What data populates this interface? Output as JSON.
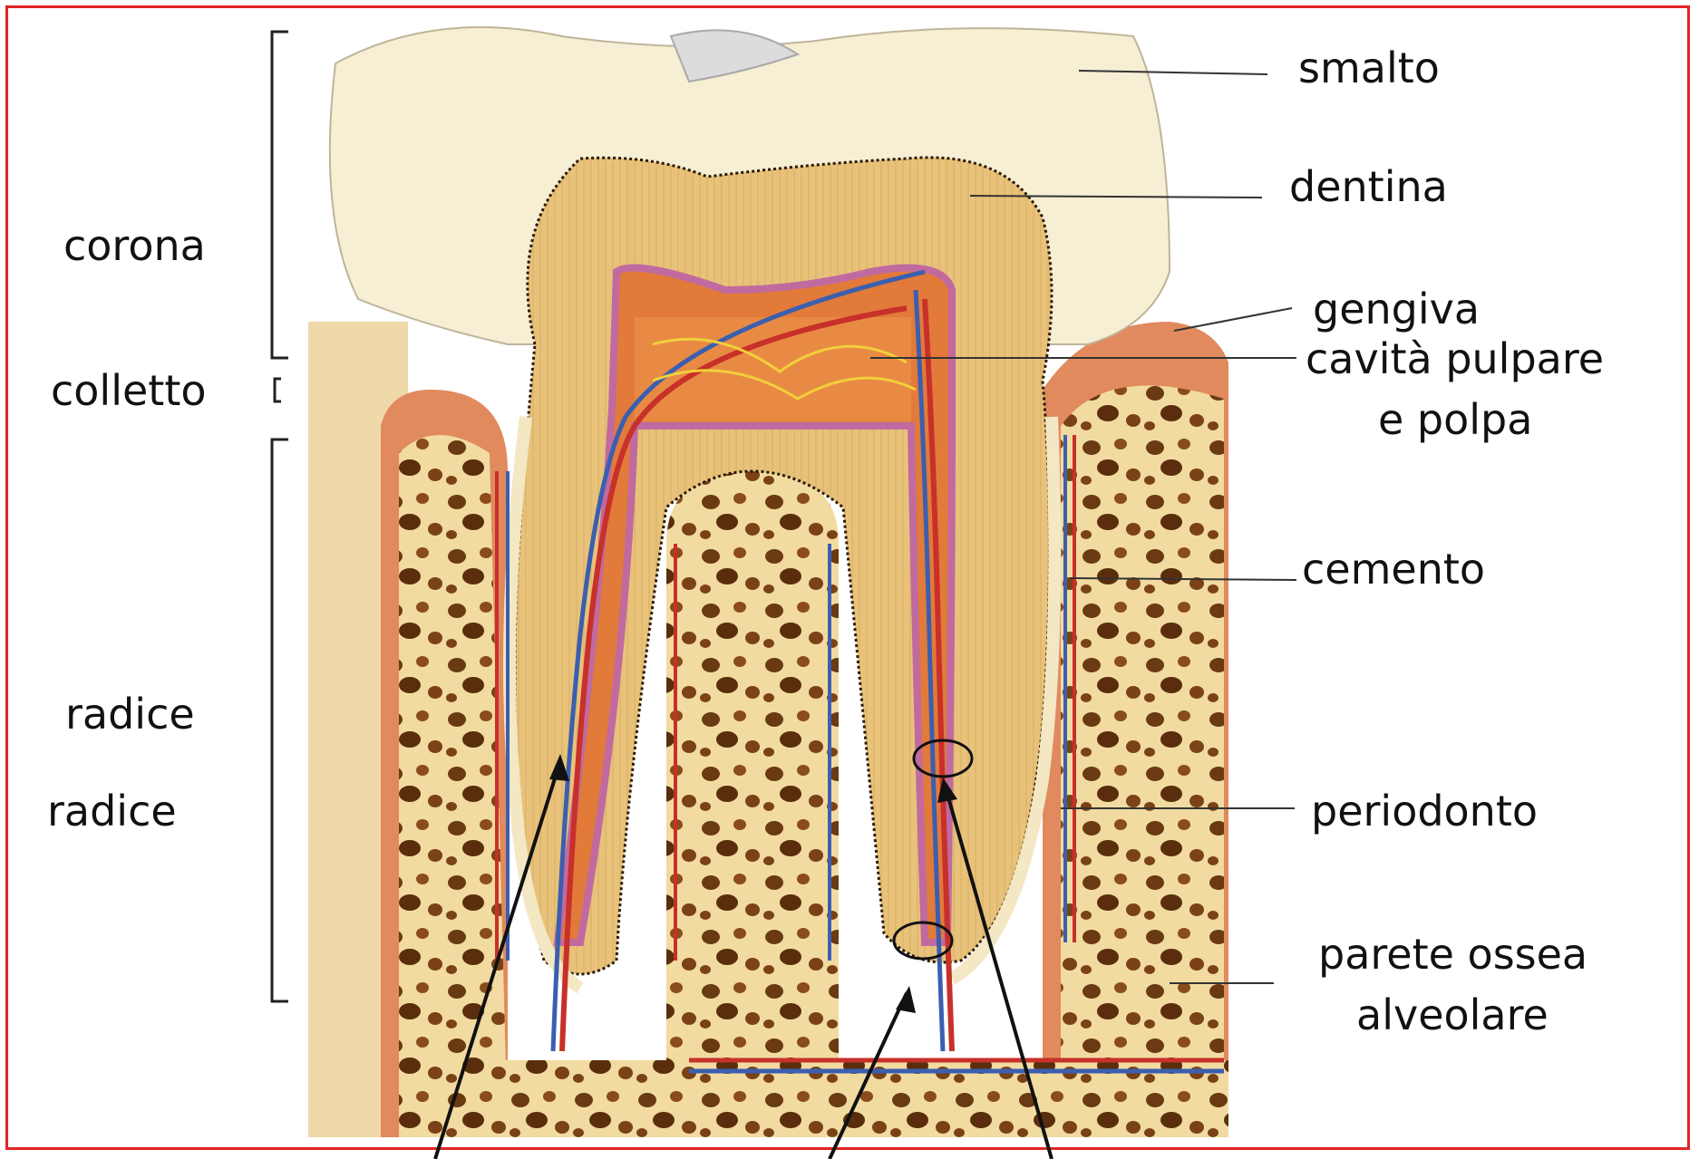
{
  "labels": {
    "left": {
      "corona": "corona",
      "colletto": "colletto",
      "radice_1": "radice",
      "radice_2": "radice"
    },
    "right": {
      "smalto": "smalto",
      "dentina": "dentina",
      "gengiva": "gengiva",
      "cavita_line1": "cavità pulpare",
      "cavita_line2": "e polpa",
      "cemento": "cemento",
      "periodonto": "periodonto",
      "parete_line1": "parete ossea",
      "parete_line2": "alveolare"
    }
  },
  "colors": {
    "frame": "#e02424",
    "enamel": "#f6efd4",
    "dentin": "#e8c27a",
    "pulp": "#e27a3a",
    "artery": "#c8302a",
    "vein": "#3b5fb0",
    "bone": "#f0d79a",
    "bone_cavity": "#6a3a12",
    "gum": "#e08a5e"
  }
}
